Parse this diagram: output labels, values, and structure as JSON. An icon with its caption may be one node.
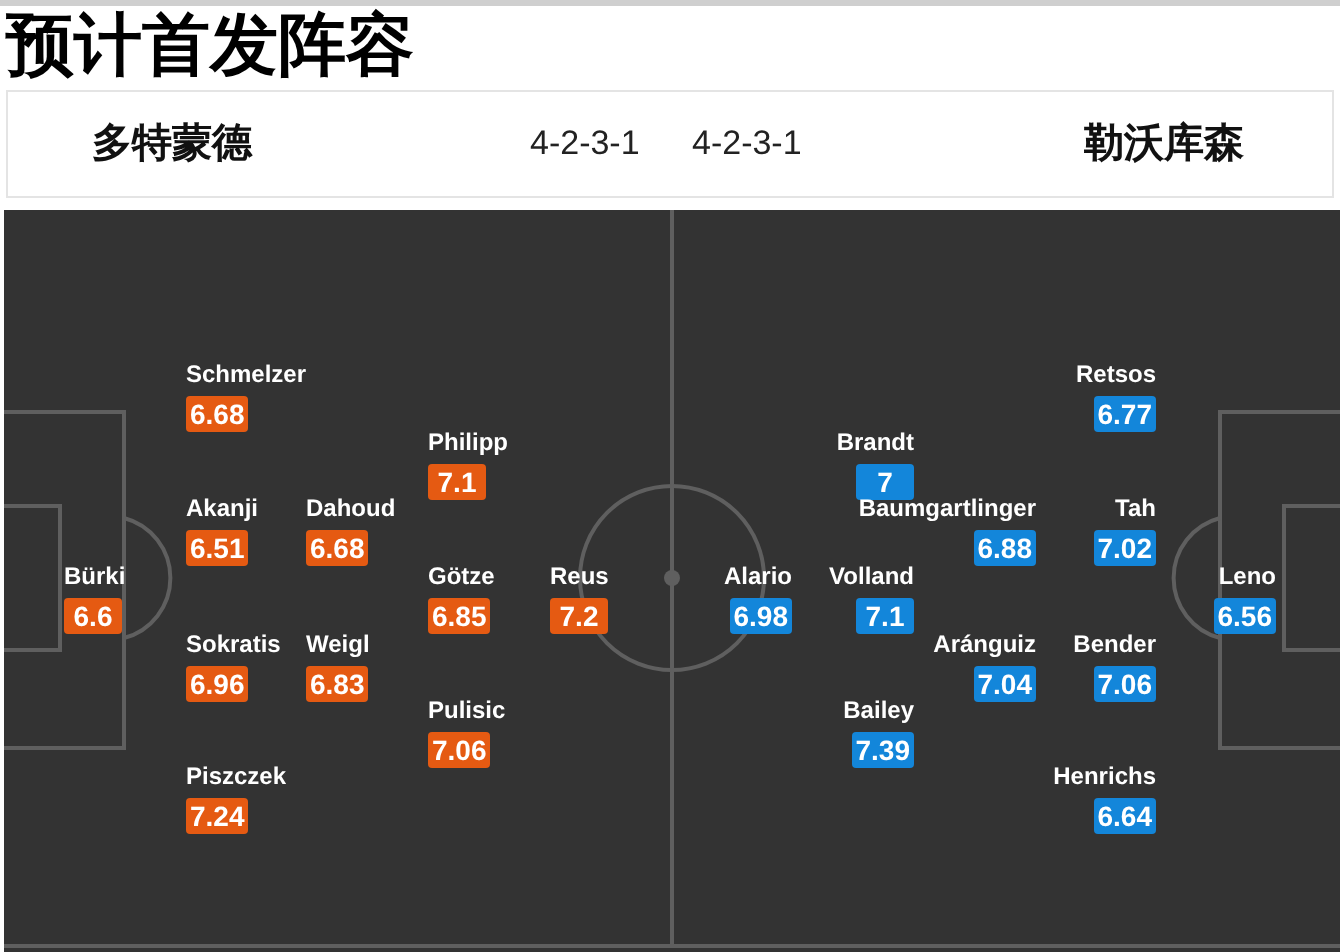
{
  "diagram": {
    "title": "预计首发阵容",
    "nodes": [
      {
        "text": [
          "多特蒙德",
          "4-2-3-1",
          "4-2-3-1",
          "勒沃库森"
        ]
      },
      {
        "text": [
          "Bürki",
          "6.6"
        ]
      },
      {
        "text": [
          "Schmelzer",
          "6.68"
        ]
      },
      {
        "text": [
          "Akanji",
          "6.51"
        ]
      },
      {
        "text": [
          "Sokratis",
          "6.96"
        ]
      },
      {
        "text": [
          "Piszczek",
          "7.24"
        ]
      },
      {
        "text": [
          "Dahoud",
          "6.68"
        ]
      },
      {
        "text": [
          "Weigl",
          "6.83"
        ]
      },
      {
        "text": [
          "Philipp",
          "7.1"
        ]
      },
      {
        "text": [
          "Götze",
          "6.85"
        ]
      },
      {
        "text": [
          "Pulisic",
          "7.06"
        ]
      },
      {
        "text": [
          "Reus",
          "7.2"
        ]
      },
      {
        "text": [
          "Alario",
          "6.98"
        ]
      },
      {
        "text": [
          "Brandt",
          "7"
        ]
      },
      {
        "text": [
          "Volland",
          "7.1"
        ]
      },
      {
        "text": [
          "Bailey",
          "7.39"
        ]
      },
      {
        "text": [
          "Baumgartlinger",
          "6.88"
        ]
      },
      {
        "text": [
          "Aránguiz",
          "7.04"
        ]
      },
      {
        "text": [
          "Retsos",
          "6.77"
        ]
      },
      {
        "text": [
          "Tah",
          "7.02"
        ]
      },
      {
        "text": [
          "Bender",
          "7.06"
        ]
      },
      {
        "text": [
          "Henrichs",
          "6.64"
        ]
      },
      {
        "text": [
          "Leno",
          "6.56"
        ]
      }
    ]
  }
}
